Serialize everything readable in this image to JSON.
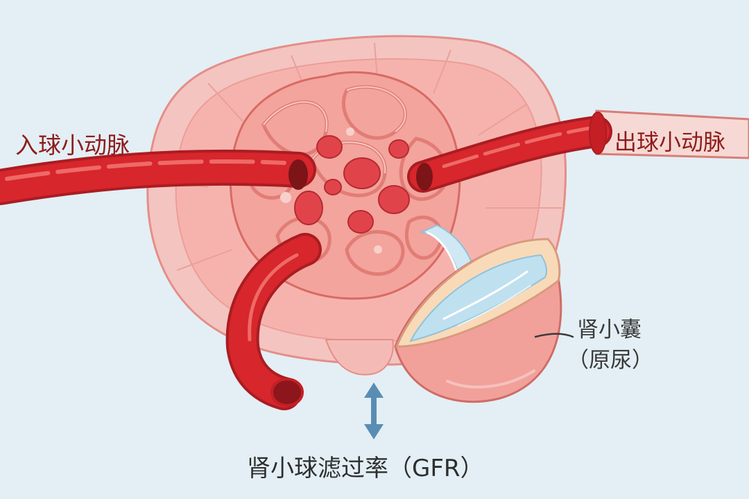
{
  "diagram": {
    "labels": {
      "afferent_arteriole": "入球小动脉",
      "efferent_arteriole": "出球小动脉",
      "bowman_capsule": "肾小囊",
      "primary_urine": "（原尿）",
      "gfr": "肾小球滤过率（GFR）"
    },
    "colors": {
      "background": "#e3eff5",
      "vessel": "#d7262c",
      "tissue": "#f6bcb8",
      "glomerulus": "#f3a49c",
      "filtrate": "#bfe0ef",
      "arrow": "#5a8db4",
      "label_red": "#8e1c1c"
    },
    "icons": [
      "double-arrow-icon"
    ]
  }
}
